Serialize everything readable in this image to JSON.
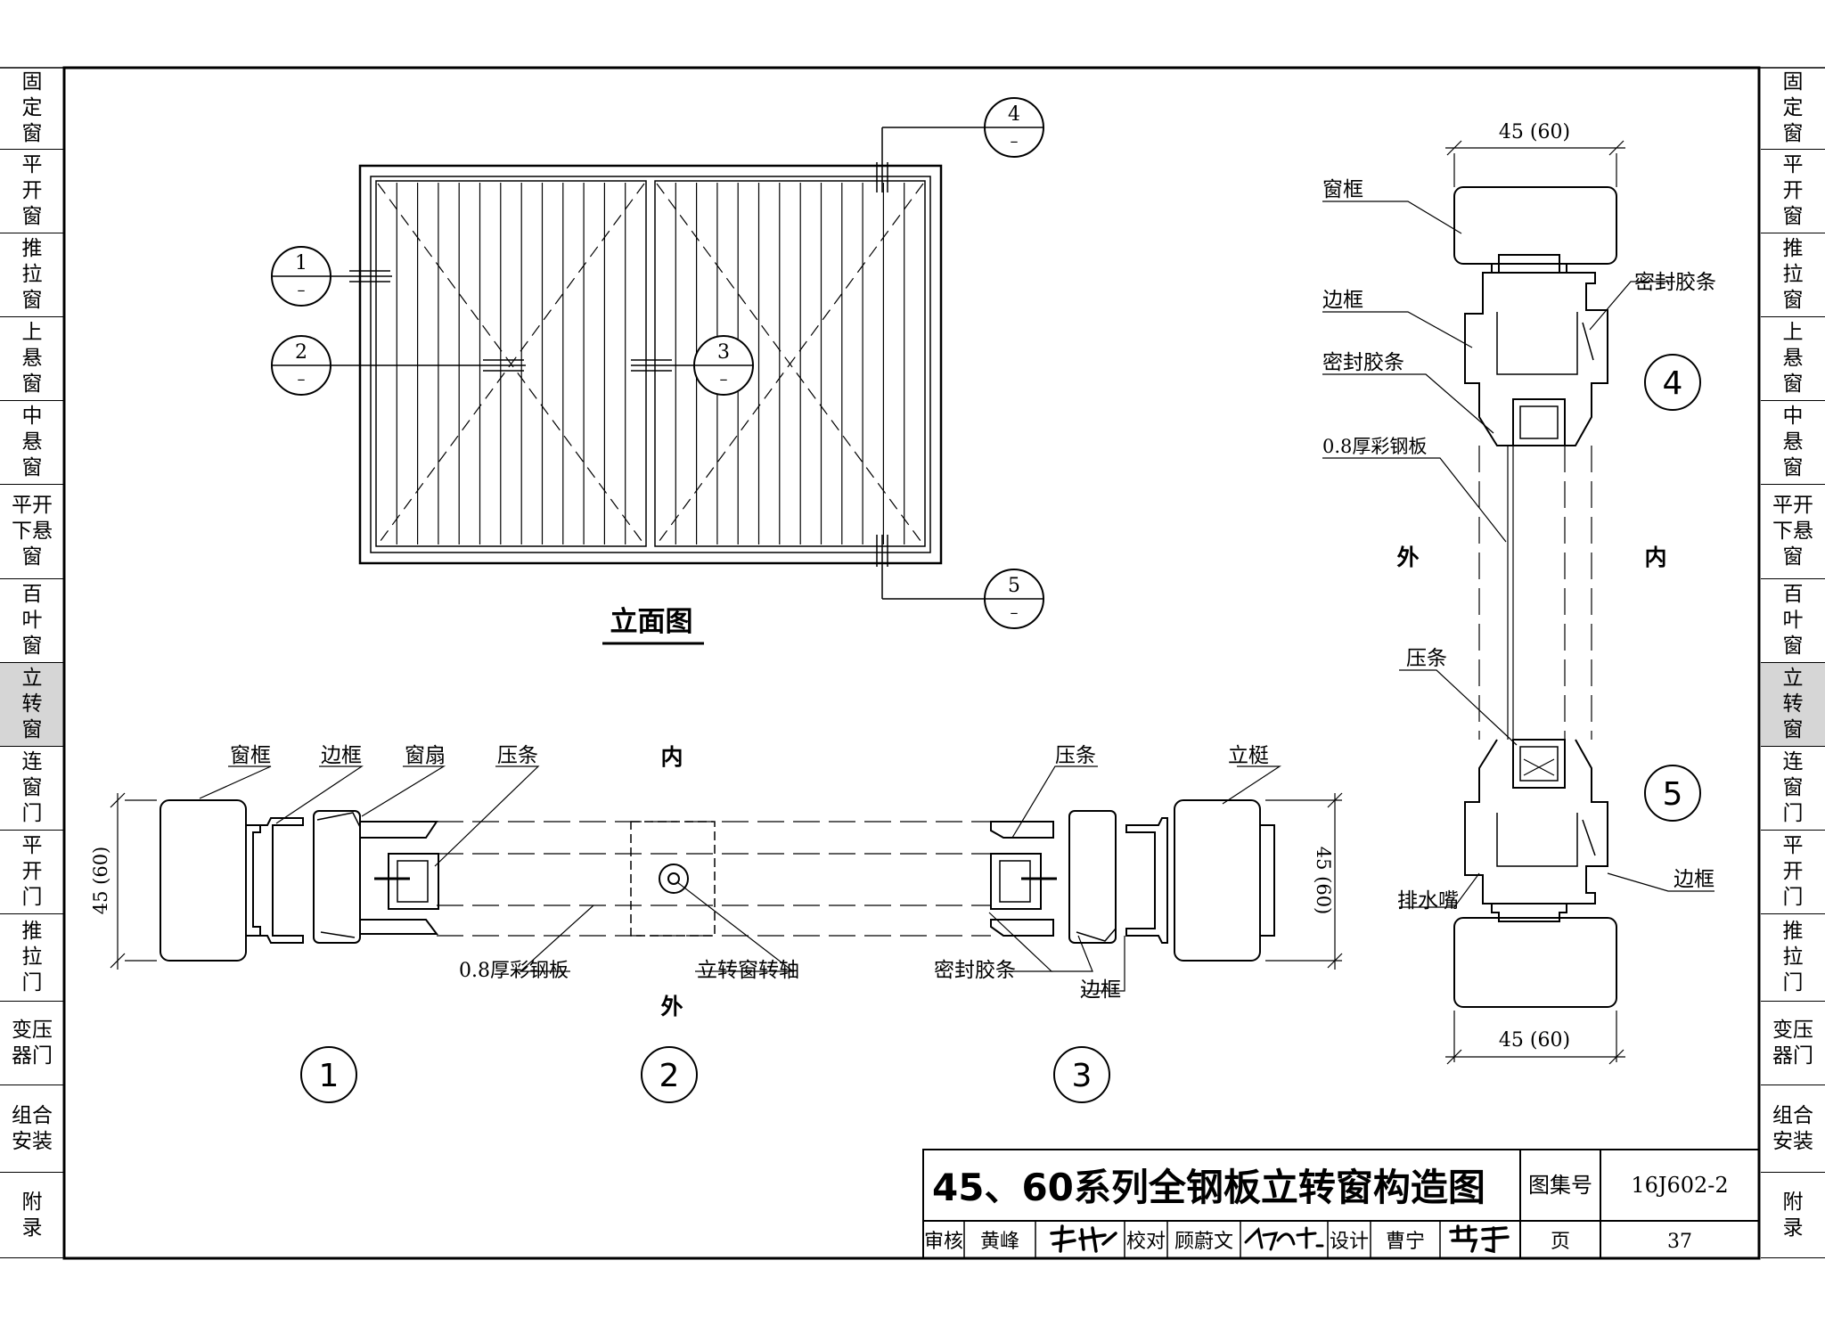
{
  "side_tabs": [
    {
      "label": "固\n定\n窗",
      "active": false
    },
    {
      "label": "平\n开\n窗",
      "active": false
    },
    {
      "label": "推\n拉\n窗",
      "active": false
    },
    {
      "label": "上\n悬\n窗",
      "active": false
    },
    {
      "label": "中\n悬\n窗",
      "active": false
    },
    {
      "label": "平开\n下悬\n窗",
      "active": false
    },
    {
      "label": "百\n叶\n窗",
      "active": false
    },
    {
      "label": "立\n转\n窗",
      "active": true
    },
    {
      "label": "连\n窗\n门",
      "active": false
    },
    {
      "label": "平\n开\n门",
      "active": false
    },
    {
      "label": "推\n拉\n门",
      "active": false
    },
    {
      "label": "变压\n器门",
      "active": false
    },
    {
      "label": "组合\n安装",
      "active": false
    },
    {
      "label": "附\n录",
      "active": false
    }
  ],
  "elevation": {
    "title": "立面图",
    "callouts": [
      {
        "num": "1",
        "den": "–"
      },
      {
        "num": "2",
        "den": "–"
      },
      {
        "num": "3",
        "den": "–"
      },
      {
        "num": "4",
        "den": "–"
      },
      {
        "num": "5",
        "den": "–"
      }
    ]
  },
  "section_h": {
    "inside": "内",
    "outside": "外",
    "dim": "45 (60)",
    "labels": {
      "window_frame": "窗框",
      "side_frame_l": "边框",
      "sash": "窗扇",
      "bead_l": "压条",
      "bead_r": "压条",
      "mullion": "立梃",
      "panel": "0.8厚彩钢板",
      "pivot": "立转窗转轴",
      "seal": "密封胶条",
      "side_frame_r": "边框"
    },
    "detail_numbers": [
      "1",
      "2",
      "3"
    ]
  },
  "section_v": {
    "dim": "45 (60)",
    "outside": "外",
    "inside": "内",
    "labels": {
      "window_frame": "窗框",
      "side_frame": "边框",
      "seal_a": "密封胶条",
      "seal_b": "密封胶条",
      "panel": "0.8厚彩钢板",
      "bead": "压条",
      "drain": "排水嘴",
      "side_frame_b": "边框"
    },
    "detail_numbers": [
      "4",
      "5"
    ]
  },
  "title_block": {
    "title": "45、60系列全钢板立转窗构造图",
    "atlas_label": "图集号",
    "atlas_no": "16J602-2",
    "review_label": "审核",
    "reviewer": "黄峰",
    "check_label": "校对",
    "checker": "顾蔚文",
    "design_label": "设计",
    "designer": "曹宁",
    "page_label": "页",
    "page_no": "37"
  }
}
